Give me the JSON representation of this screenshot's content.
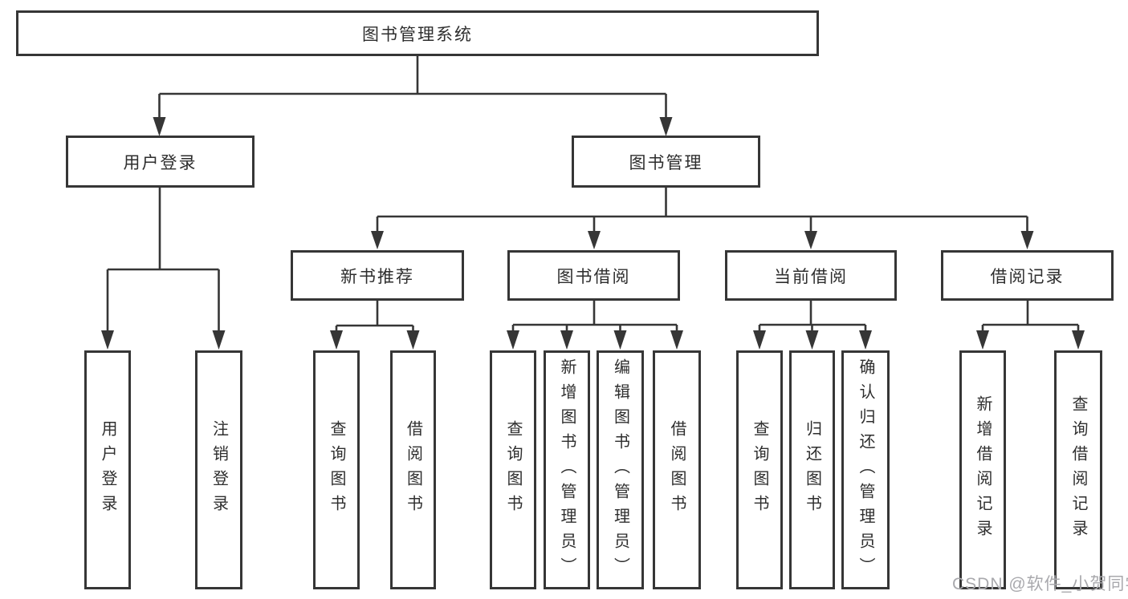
{
  "diagram": {
    "title": "图书管理系统",
    "colors": {
      "line": "#363636",
      "box_border": "#363636",
      "box_background": "#ffffff",
      "text": "#2e2e2e",
      "watermark": "#a9a9ad",
      "page_background": "#ffffff"
    },
    "tree": {
      "label": "图书管理系统",
      "children": [
        {
          "label": "用户登录",
          "children": [
            {
              "label": "用户登录"
            },
            {
              "label": "注销登录"
            }
          ]
        },
        {
          "label": "图书管理",
          "children": [
            {
              "label": "新书推荐",
              "children": [
                {
                  "label": "查询图书"
                },
                {
                  "label": "借阅图书"
                }
              ]
            },
            {
              "label": "图书借阅",
              "children": [
                {
                  "label": "查询图书"
                },
                {
                  "label": "新增图书（管理员）"
                },
                {
                  "label": "编辑图书（管理员）"
                },
                {
                  "label": "借阅图书"
                }
              ]
            },
            {
              "label": "当前借阅",
              "children": [
                {
                  "label": "查询图书"
                },
                {
                  "label": "归还图书"
                },
                {
                  "label": "确认归还（管理员）"
                }
              ]
            },
            {
              "label": "借阅记录",
              "children": [
                {
                  "label": "新增借阅记录"
                },
                {
                  "label": "查询借阅记录"
                }
              ]
            }
          ]
        }
      ]
    },
    "watermark": "CSDN @软件_小贺同学"
  }
}
